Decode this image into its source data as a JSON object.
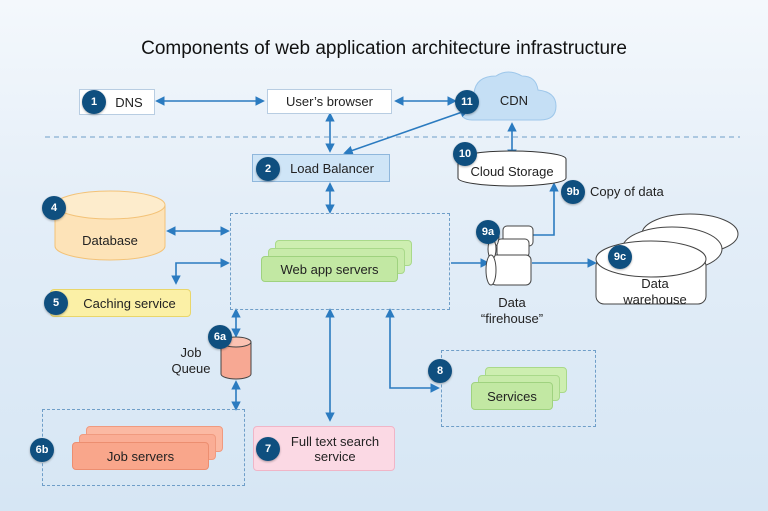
{
  "title": "Components of web application architecture infrastructure",
  "nodes": {
    "dns": {
      "badge": "1",
      "label": "DNS"
    },
    "browser": {
      "label": "User’s browser"
    },
    "cdn": {
      "badge": "11",
      "label": "CDN"
    },
    "load_balancer": {
      "badge": "2",
      "label": "Load Balancer"
    },
    "cloud_storage": {
      "badge": "10",
      "label": "Cloud Storage"
    },
    "copy_of_data": {
      "badge": "9b",
      "label": "Copy of data"
    },
    "database": {
      "badge": "4",
      "label": "Database"
    },
    "web_app_servers": {
      "label": "Web app servers"
    },
    "firehouse": {
      "badge": "9a",
      "label_line1": "Data",
      "label_line2": "“firehouse”"
    },
    "data_warehouse": {
      "badge": "9c",
      "label_line1": "Data",
      "label_line2": "warehouse"
    },
    "caching_service": {
      "badge": "5",
      "label": "Caching service"
    },
    "job_queue": {
      "badge": "6a",
      "label_line1": "Job",
      "label_line2": "Queue"
    },
    "services": {
      "badge": "8",
      "label": "Services"
    },
    "job_servers": {
      "badge": "6b",
      "label": "Job servers"
    },
    "full_text_search": {
      "badge": "7",
      "label_line1": "Full text search",
      "label_line2": "service"
    }
  }
}
